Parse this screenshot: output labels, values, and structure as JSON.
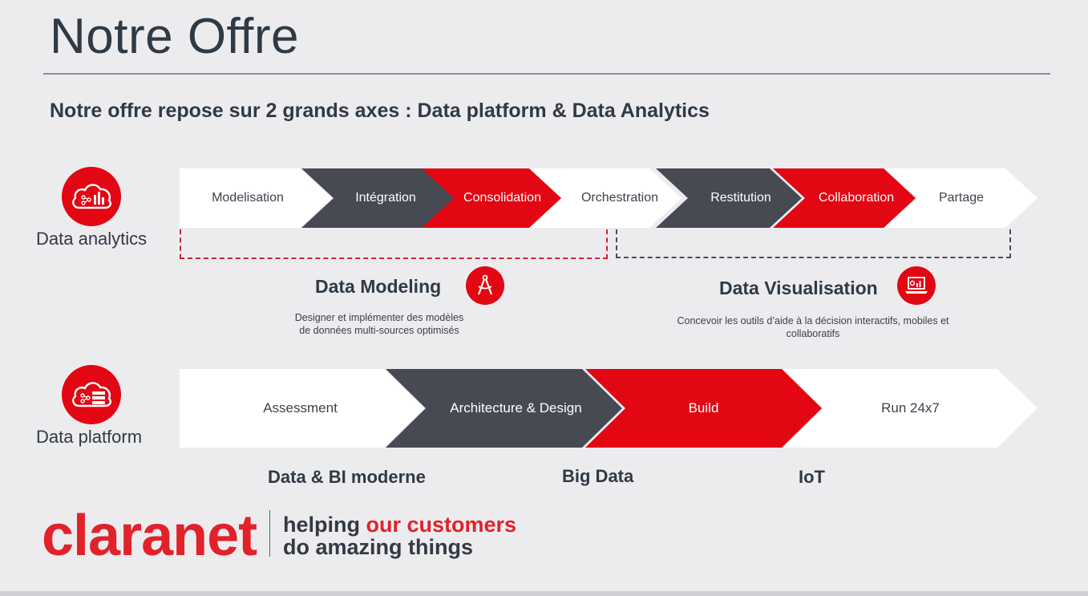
{
  "slide": {
    "title": "Notre Offre",
    "subtitle": "Notre offre repose sur 2 grands axes : Data platform & Data Analytics"
  },
  "analytics": {
    "label": "Data analytics",
    "icon": "cloud-chart-icon",
    "steps": [
      "Modelisation",
      "Intégration",
      "Consolidation",
      "Orchestration",
      "Restitution",
      "Collaboration",
      "Partage"
    ]
  },
  "modeling": {
    "title": "Data Modeling",
    "icon": "drafting-compass-icon",
    "desc_line1": "Designer et implémenter des modèles",
    "desc_line2": "de données multi-sources optimisés"
  },
  "visualisation": {
    "title": "Data Visualisation",
    "icon": "laptop-dashboard-icon",
    "desc_line1": "Concevoir les outils d’aide à la décision interactifs, mobiles et",
    "desc_line2": "collaboratifs"
  },
  "platform": {
    "label": "Data platform",
    "icon": "cloud-server-icon",
    "steps": [
      "Assessment",
      "Architecture & Design",
      "Build",
      "Run 24x7"
    ]
  },
  "axes": [
    "Data & BI moderne",
    "Big Data",
    "IoT"
  ],
  "brand": {
    "logo": "claranet",
    "tagline_part1": "helping",
    "tagline_part2": "our customers",
    "tagline_line2": "do amazing things",
    "accent_color": "#e30613",
    "dark_color": "#484a53"
  }
}
